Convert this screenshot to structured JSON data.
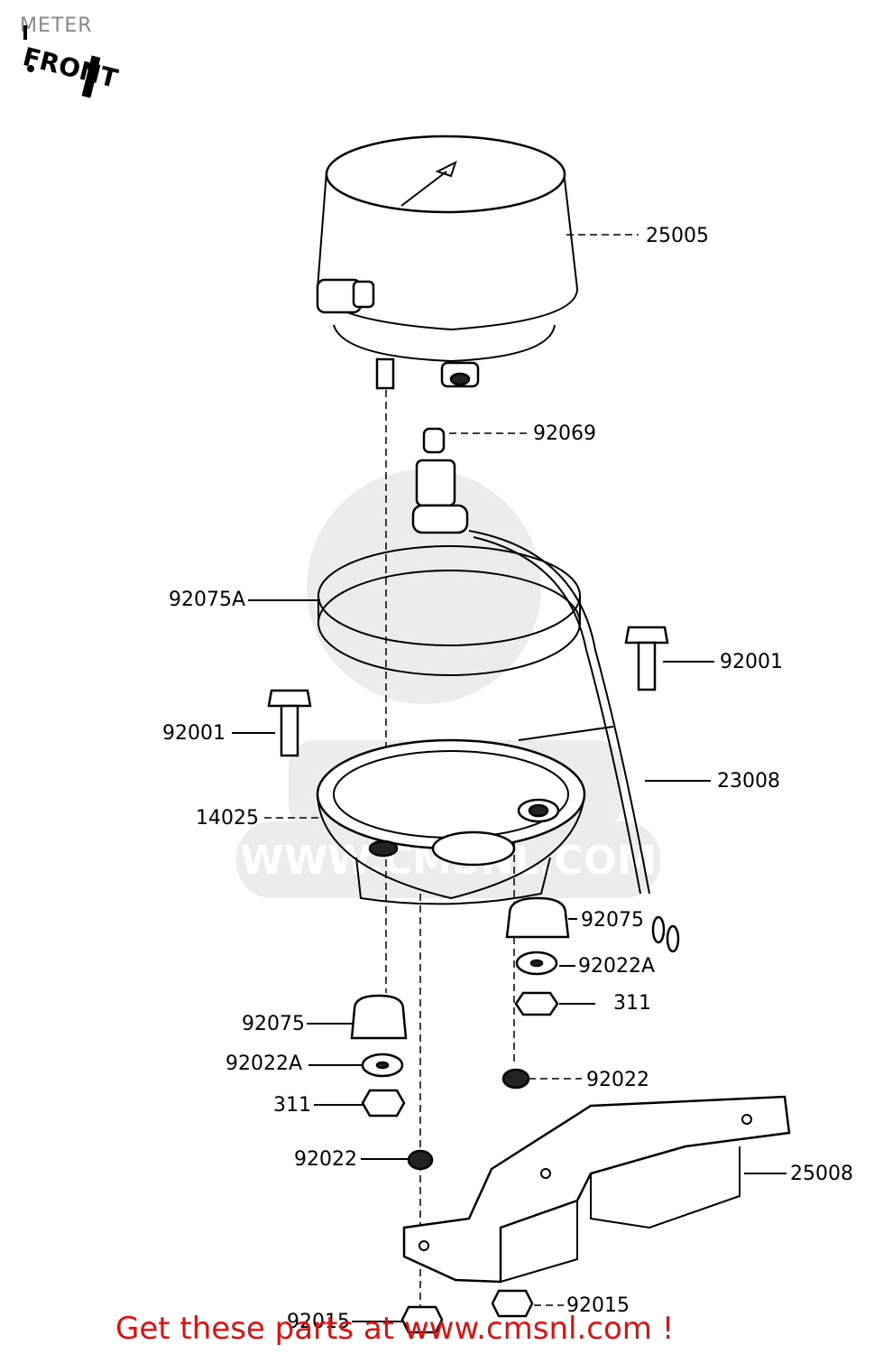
{
  "title": "METER",
  "front_mark": "FRONT",
  "footer": "Get these parts at www.cmsnl.com !",
  "watermark_text": "WWW.CMSNL.COM",
  "labels": {
    "p25005": "25005",
    "p92069": "92069",
    "p92075A": "92075A",
    "p92001_right": "92001",
    "p92001_left": "92001",
    "p23008": "23008",
    "p14025": "14025",
    "p92075_right": "92075",
    "p92022A_right": "92022A",
    "p311_right": "311",
    "p92075_left": "92075",
    "p92022A_left": "92022A",
    "p311_left": "311",
    "p92022_right": "92022",
    "p92022_left": "92022",
    "p25008": "25008",
    "p92015_left": "92015",
    "p92015_right": "92015"
  },
  "colors": {
    "line": "#000000",
    "footer": "#e01010",
    "title": "#888888",
    "watermark": "#ececec"
  }
}
